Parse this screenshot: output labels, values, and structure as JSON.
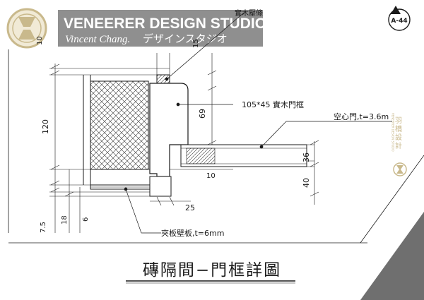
{
  "brand": {
    "name": "VENEERER DESIGN STUDIO.",
    "tagline": "Vincent Chang.",
    "tagline_jp": "デザインスタジオ"
  },
  "sheet": {
    "number": "A-44",
    "title": "磚隔間−門框詳圖"
  },
  "side_seal": {
    "name": "羽橋設計",
    "english": "VENEERER DESIGN STUDIO"
  },
  "annotations": {
    "solid_wood_strip": "實木壓條",
    "door_frame": "105*45 實木門框",
    "hollow_door": "空心門,t=3.6m",
    "plywood_panel": "夾板壁板,t=6mm"
  },
  "dimensions": {
    "d10_top": "10",
    "d15": "15",
    "d120": "120",
    "d69": "69",
    "d36": "36",
    "d10_mid": "10",
    "d40": "40",
    "d25": "25",
    "d18": "18",
    "d6": "6",
    "d7_5": "7.5"
  },
  "colors": {
    "line": "#1a1a1a",
    "banner": "#8f8f8f",
    "gold": "#c9b98c",
    "corner": "#6f6f6f"
  }
}
